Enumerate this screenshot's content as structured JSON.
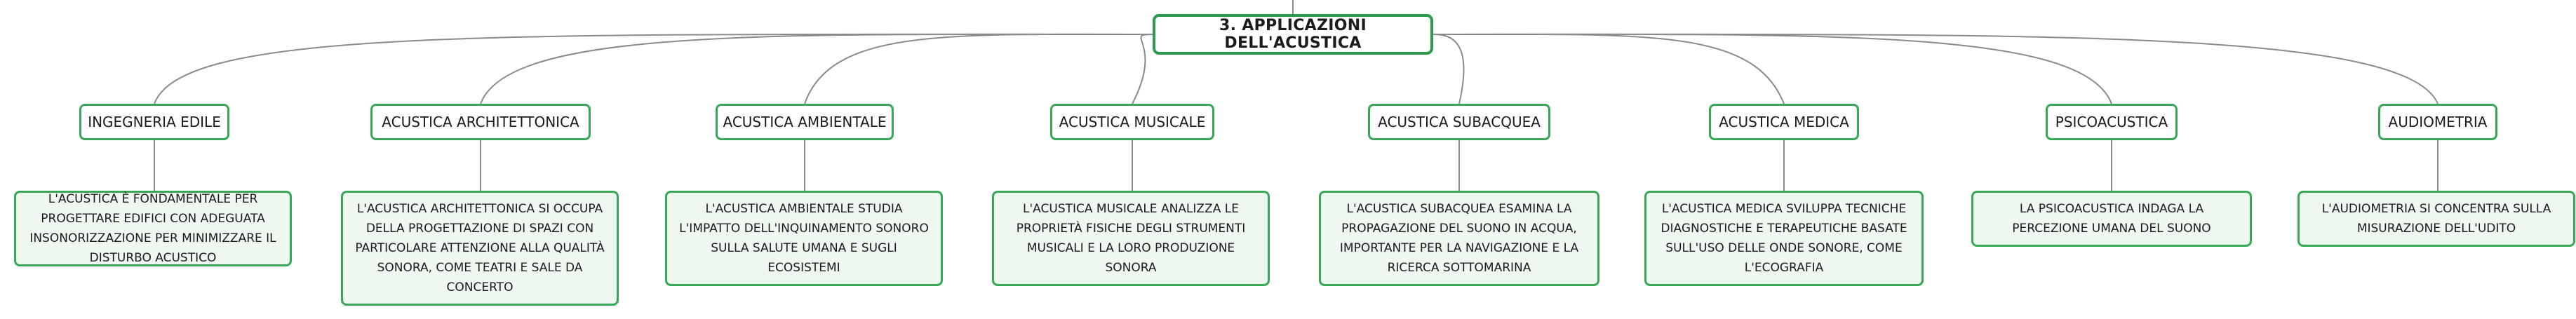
{
  "root": {
    "label": "3. APPLICAZIONI DELL'ACUSTICA"
  },
  "branches": [
    {
      "title": "INGEGNERIA EDILE",
      "description": "L'ACUSTICA È FONDAMENTALE PER PROGETTARE EDIFICI CON ADEGUATA INSONORIZZAZIONE PER MINIMIZZARE IL DISTURBO ACUSTICO"
    },
    {
      "title": "ACUSTICA ARCHITETTONICA",
      "description": "L'ACUSTICA ARCHITETTONICA SI OCCUPA DELLA PROGETTAZIONE DI SPAZI CON PARTICOLARE ATTENZIONE ALLA QUALITÀ SONORA, COME TEATRI E SALE DA CONCERTO"
    },
    {
      "title": "ACUSTICA AMBIENTALE",
      "description": "L'ACUSTICA AMBIENTALE STUDIA L'IMPATTO DELL'INQUINAMENTO SONORO SULLA SALUTE UMANA E SUGLI ECOSISTEMI"
    },
    {
      "title": "ACUSTICA MUSICALE",
      "description": "L'ACUSTICA MUSICALE ANALIZZA LE PROPRIETÀ FISICHE DEGLI STRUMENTI MUSICALI E LA LORO PRODUZIONE SONORA"
    },
    {
      "title": "ACUSTICA SUBACQUEA",
      "description": "L'ACUSTICA SUBACQUEA ESAMINA LA PROPAGAZIONE DEL SUONO IN ACQUA, IMPORTANTE PER LA NAVIGAZIONE E LA RICERCA SOTTOMARINA"
    },
    {
      "title": "ACUSTICA MEDICA",
      "description": "L'ACUSTICA MEDICA SVILUPPA TECNICHE DIAGNOSTICHE E TERAPEUTICHE BASATE SULL'USO DELLE ONDE SONORE, COME L'ECOGRAFIA"
    },
    {
      "title": "PSICOACUSTICA",
      "description": "LA PSICOACUSTICA INDAGA LA PERCEZIONE UMANA DEL SUONO"
    },
    {
      "title": "AUDIOMETRIA",
      "description": "L'AUDIOMETRIA SI CONCENTRA SULLA MISURAZIONE DELL'UDITO"
    }
  ],
  "colors": {
    "border": "#37a857",
    "root_border": "#2e9a4e",
    "leaf_fill": "#eef8f1",
    "line": "#8a8a8a"
  }
}
